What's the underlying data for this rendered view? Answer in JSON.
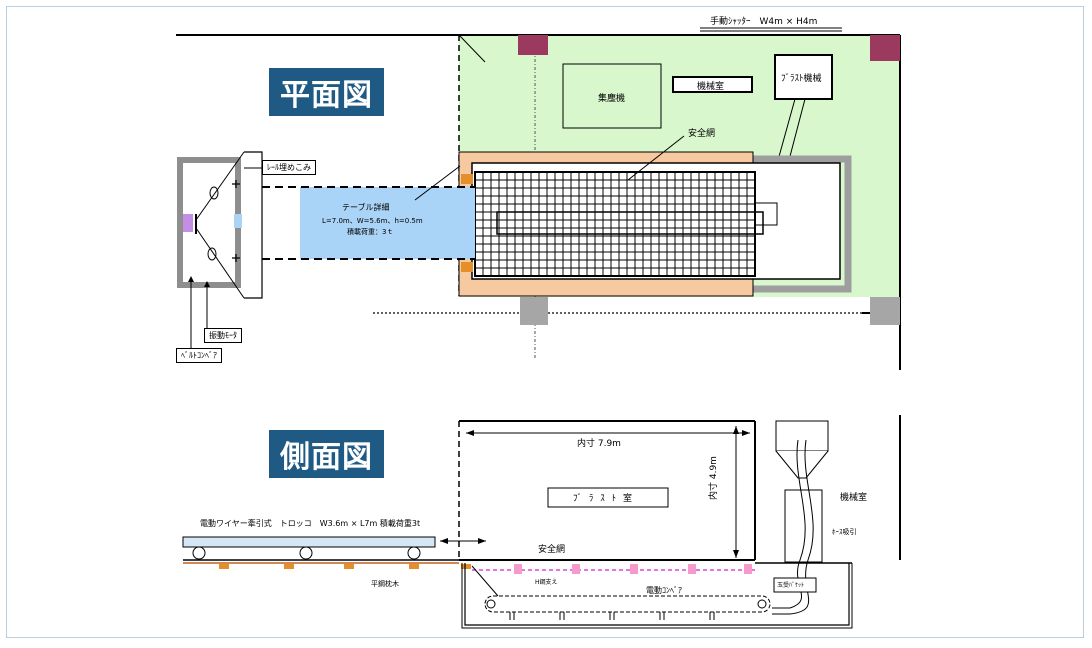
{
  "titles": {
    "plan": "平面図",
    "side": "側面図"
  },
  "plan": {
    "shutter": "手動ｼｬｯﾀｰ　W4m × H4m",
    "dust_collector": "集塵機",
    "machine_room": "機械室",
    "blast_machine": "ﾌﾞﾗｽﾄ機械",
    "safety_net": "安全網",
    "rail_embed": "ﾚｰﾙ埋めこみ",
    "vibration_motor": "振動ﾓｰﾀ",
    "belt_conveyor": "ﾍﾞﾙﾄｺﾝﾍﾞｱ",
    "table": {
      "title": "テーブル詳細",
      "dims": "L=7.0m、W=5.6m、h=0.5m",
      "load": "積載荷重：3ｔ"
    }
  },
  "side": {
    "inner_width": "内寸 7.9m",
    "inner_height": "内寸 4.9m",
    "blast_room": "ﾌﾞ ﾗ ｽ ﾄ 室",
    "machine_room": "機械室",
    "hose_suction": "ﾎｰｽ吸引",
    "trolley": "電動ワイヤー牽引式　トロッコ　W3.6m × L7m 積載荷重3t",
    "safety_net": "安全網",
    "h_support": "H鋼支え",
    "flat_sleeper": "平鋼枕木",
    "electric_conveyor": "電動ｺﾝﾍﾞｱ",
    "hose_bucket": "玉受ﾊﾞｹｯﾄ"
  },
  "colors": {
    "title_bg": "#1f5a84",
    "room_green": "#d8f7cc",
    "table_blue": "#a9d3f7",
    "frame_orange": "#f6c9a0",
    "pillar": "#9b3a5e",
    "pink": "#e040e0",
    "gray_wall": "#9e9e9e"
  }
}
